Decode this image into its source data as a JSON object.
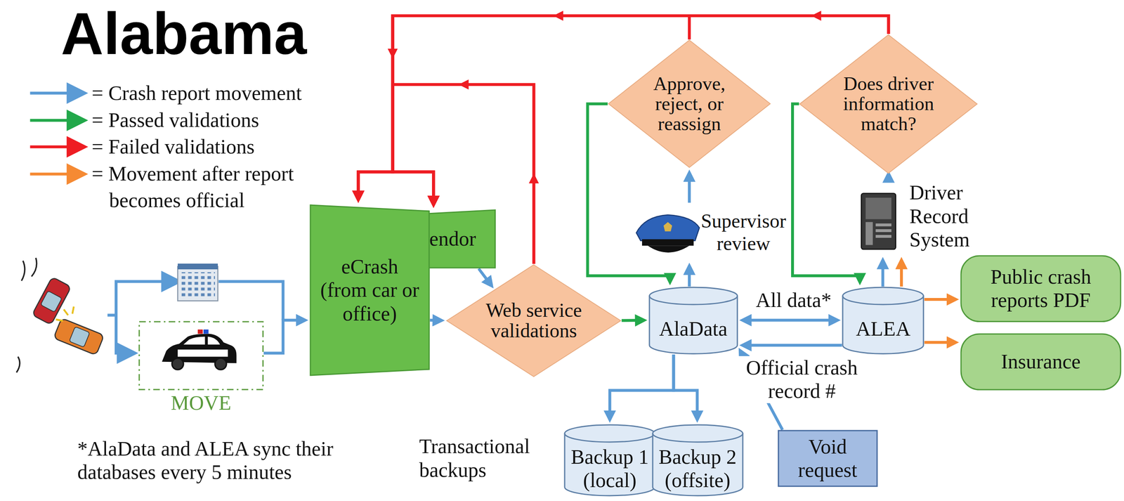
{
  "diagram": {
    "title": "Alabama",
    "nodes": [
      {
        "text": [
          "Approve, reject, or reassign"
        ]
      },
      {
        "text": [
          "Does driver information match?"
        ]
      },
      {
        "text": [
          "vendor"
        ]
      },
      {
        "text": [
          "Driver Record System"
        ]
      },
      {
        "text": [
          "Supervisor review"
        ]
      },
      {
        "text": [
          "eCrash (from car or office)"
        ]
      },
      {
        "text": [
          "Public crash reports PDF"
        ]
      },
      {
        "text": [
          "Web service validations"
        ]
      },
      {
        "text": [
          "AlaData"
        ]
      },
      {
        "text": [
          "ALEA"
        ]
      },
      {
        "text": [
          "MOVE"
        ]
      },
      {
        "text": [
          "Insurance"
        ]
      },
      {
        "text": [
          "Backup 1 (local)"
        ]
      },
      {
        "text": [
          "Backup 2 (offsite)"
        ]
      },
      {
        "text": [
          "Void request"
        ]
      }
    ],
    "edges": [
      {
        "from": 10,
        "to": 5,
        "arrow": "to"
      },
      {
        "from": 5,
        "to": 7,
        "arrow": "to"
      },
      {
        "from": 2,
        "to": 7,
        "arrow": "to"
      },
      {
        "from": 7,
        "to": 8,
        "arrow": "to"
      },
      {
        "from": 7,
        "to": 5,
        "arrow": "to"
      },
      {
        "from": 7,
        "to": 2,
        "arrow": "to"
      },
      {
        "from": 0,
        "to": 5,
        "arrow": "to"
      },
      {
        "from": 0,
        "to": 2,
        "arrow": "to"
      },
      {
        "from": 1,
        "to": 5,
        "arrow": "to"
      },
      {
        "from": 1,
        "to": 2,
        "arrow": "to"
      },
      {
        "from": 0,
        "to": 8,
        "arrow": "to"
      },
      {
        "from": 1,
        "to": 9,
        "arrow": "to"
      },
      {
        "from": 8,
        "to": 4,
        "arrow": "to"
      },
      {
        "from": 4,
        "to": 0,
        "arrow": "to"
      },
      {
        "from": 9,
        "to": 3,
        "arrow": "to"
      },
      {
        "from": 9,
        "to": 3,
        "arrow": "to"
      },
      {
        "from": 3,
        "to": 1,
        "arrow": "to"
      },
      {
        "from": 8,
        "to": 9,
        "label": "All data*",
        "arrow": "both"
      },
      {
        "from": 9,
        "to": 8,
        "label": "Official crash record #",
        "arrow": "to"
      },
      {
        "from": 8,
        "to": 12,
        "arrow": "to"
      },
      {
        "from": 8,
        "to": 13,
        "arrow": "to"
      },
      {
        "from": 14,
        "to": 8,
        "arrow": "to"
      },
      {
        "from": 9,
        "to": 6,
        "arrow": "to"
      },
      {
        "from": 9,
        "to": 11,
        "arrow": "to"
      }
    ],
    "labels": [
      "Transactional backups",
      "*AlaData and ALEA sync their databases every 5 minutes"
    ],
    "legend": [
      {
        "text": "= Crash report movement"
      },
      {
        "text": "= Passed validations"
      },
      {
        "text": "= Failed validations"
      },
      {
        "text": "= Movement after report becomes official"
      }
    ]
  }
}
